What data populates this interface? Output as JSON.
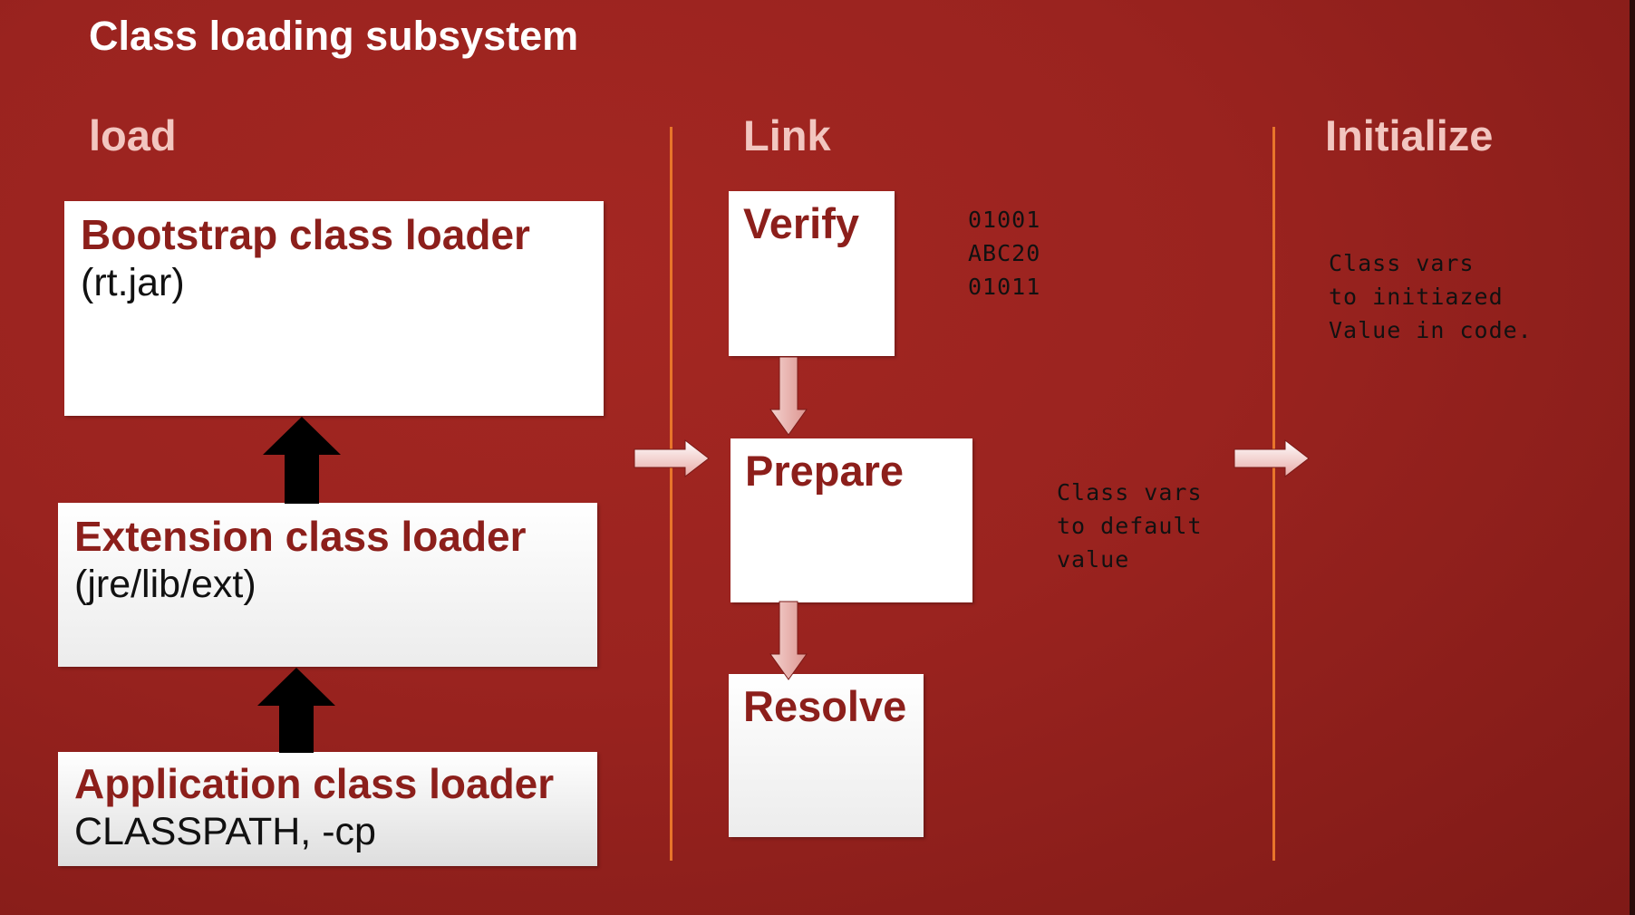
{
  "title": "Class loading subsystem",
  "columns": {
    "load": "load",
    "link": "Link",
    "initialize": "Initialize"
  },
  "loaders": [
    {
      "name": "Bootstrap class loader",
      "path": "(rt.jar)"
    },
    {
      "name": "Extension class loader",
      "path": "(jre/lib/ext)"
    },
    {
      "name": "Application class loader",
      "path": "CLASSPATH, -cp"
    }
  ],
  "link_steps": {
    "verify": "Verify",
    "prepare": "Prepare",
    "resolve": "Resolve"
  },
  "verify_bytes": [
    "01001",
    "ABC20",
    "01011"
  ],
  "prepare_note": [
    "Class vars",
    "to default",
    "value"
  ],
  "initialize_note": [
    "Class vars",
    "to initiazed",
    "Value in code."
  ],
  "colors": {
    "background": "#9a231f",
    "box_title": "#8c1f1b",
    "divider": "#e8752a",
    "column_header": "#f2c6c0"
  }
}
